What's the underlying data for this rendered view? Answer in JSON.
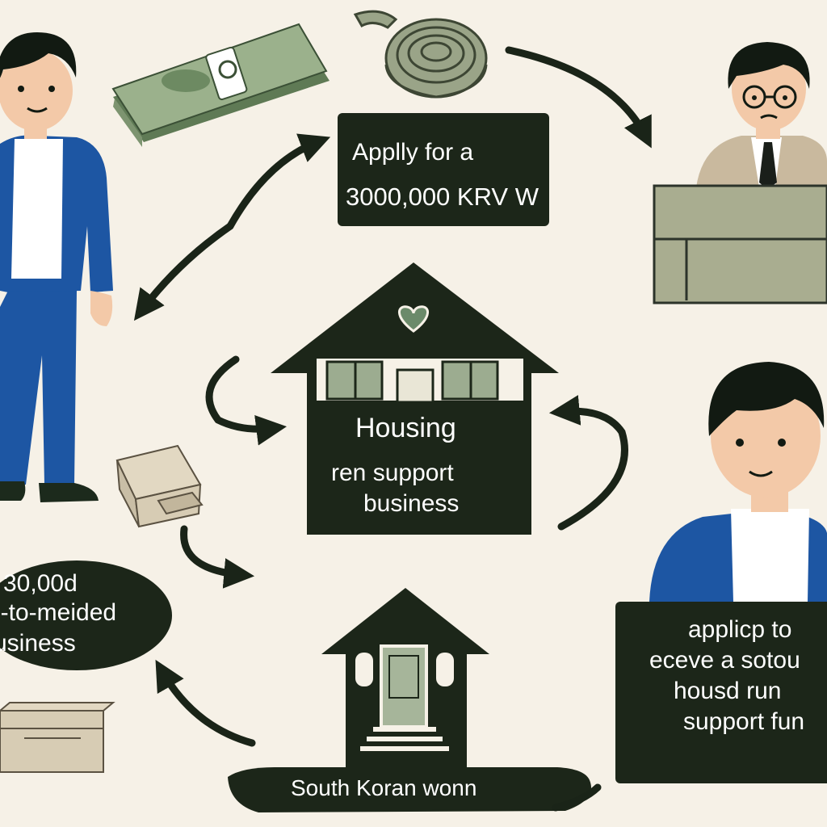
{
  "labels": {
    "apply_line1": "Applly for a",
    "apply_line2": "3000,000 KRV W",
    "housing_title": "Housing",
    "housing_line2": "ren support",
    "housing_line3": "business",
    "amount_line1": "30,00d",
    "amount_line2": "l-to-meided",
    "amount_line3": "usiness",
    "fund_line1": "applicp to",
    "fund_line2": "eceve a sotou",
    "fund_line3": "housd run",
    "fund_line4": "support fun",
    "korea_label": "South Koran wonn"
  },
  "colors": {
    "background": "#f6f1e7",
    "dark_box": "#1c2619",
    "arrow": "#1a2418",
    "jacket_blue": "#1d56a3",
    "muted_green": "#9cac90",
    "desk": "#a9ad90",
    "box_tan": "#d7ccb4"
  },
  "icons": [
    "person-left-illustration",
    "cash-stack-icon",
    "coiled-rope-icon",
    "official-at-desk-illustration",
    "house-with-heart-icon",
    "person-right-illustration",
    "cardboard-box-icon",
    "small-house-icon",
    "cycle-arrows"
  ]
}
